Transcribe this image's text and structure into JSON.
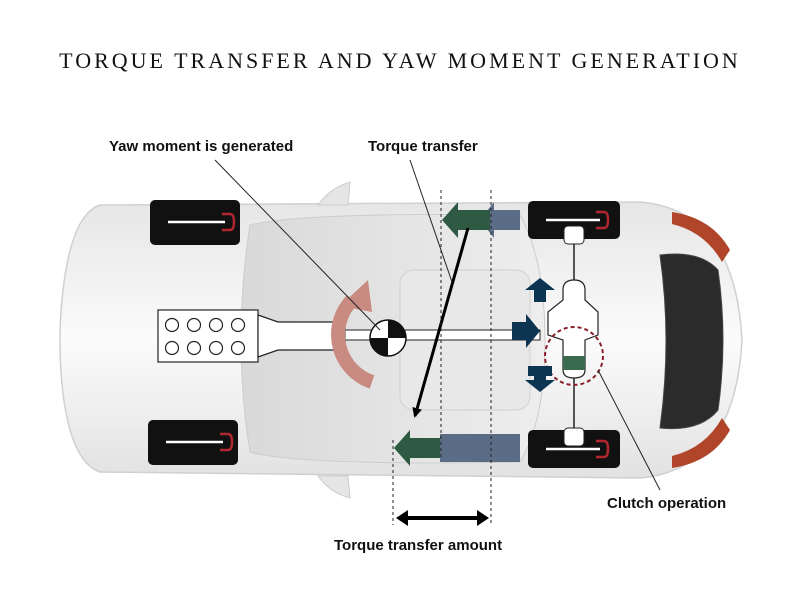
{
  "title": "TORQUE TRANSFER AND YAW MOMENT GENERATION",
  "labels": {
    "yaw_moment": "Yaw moment is generated",
    "torque_transfer": "Torque transfer",
    "clutch_operation": "Clutch operation",
    "torque_transfer_amount": "Torque transfer amount"
  },
  "colors": {
    "car_body": "#f2f2f2",
    "car_shadow": "#cfcfcf",
    "tire": "#111111",
    "tail_light": "#b0452a",
    "torque_arrow_navy": "#0d3552",
    "wheel_arrow_green": "#2e5a43",
    "wheel_arrow_slate": "#5b6d86",
    "yaw_arrow": "#c98a82",
    "clutch_circle": "#8a1f2a"
  }
}
